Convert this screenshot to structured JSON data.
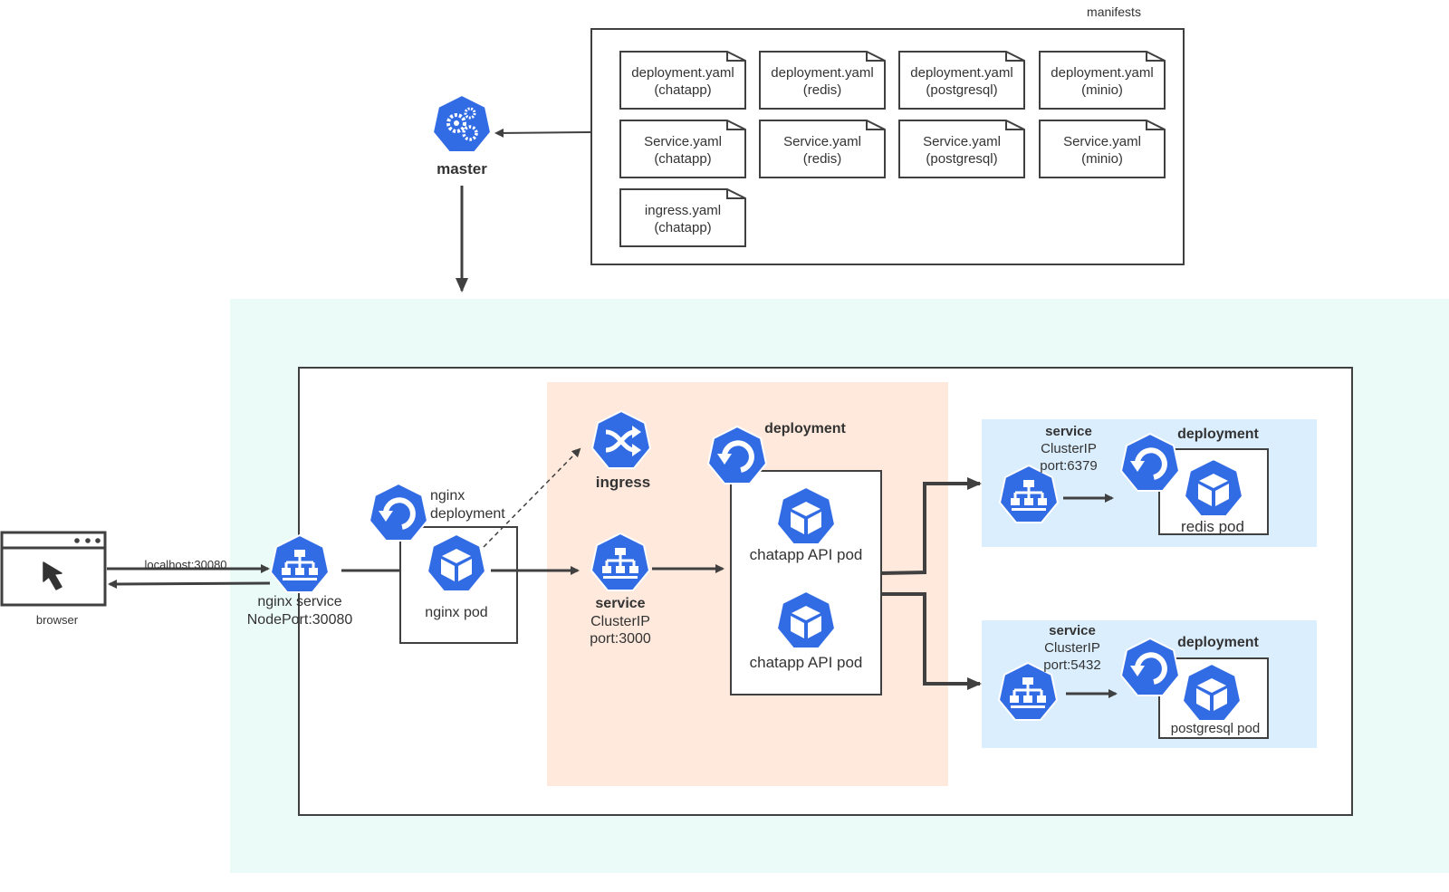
{
  "colors": {
    "k8s_blue": "#326ce5",
    "cluster_bg": "#ebfbf7",
    "ingress_zone_bg": "#fee9dc",
    "service_zone_bg": "#dbeefe",
    "line": "#404040"
  },
  "manifests": {
    "title": "manifests",
    "files": [
      {
        "name": "deployment.yaml",
        "app": "(chatapp)"
      },
      {
        "name": "deployment.yaml",
        "app": "(redis)"
      },
      {
        "name": "deployment.yaml",
        "app": "(postgresql)"
      },
      {
        "name": "deployment.yaml",
        "app": "(minio)"
      },
      {
        "name": "Service.yaml",
        "app": "(chatapp)"
      },
      {
        "name": "Service.yaml",
        "app": "(redis)"
      },
      {
        "name": "Service.yaml",
        "app": "(postgresql)"
      },
      {
        "name": "Service.yaml",
        "app": "(minio)"
      },
      {
        "name": "ingress.yaml",
        "app": "(chatapp)"
      }
    ]
  },
  "master": {
    "label": "master",
    "icon": "control-plane-gear-icon"
  },
  "browser": {
    "label": "browser",
    "link_label": "localhost:30080",
    "icon": "cursor-window-icon"
  },
  "nginx_service": {
    "line1": "nginx service",
    "line2": "NodePort:30080"
  },
  "nginx_deployment": {
    "line1": "nginx",
    "line2": "deployment",
    "pod_label": "nginx pod"
  },
  "ingress": {
    "label": "ingress"
  },
  "chatapp_service": {
    "title": "service",
    "type": "ClusterIP",
    "port": "port:3000"
  },
  "chatapp_deployment": {
    "title": "deployment",
    "pods": [
      "chatapp API pod",
      "chatapp API pod"
    ]
  },
  "redis": {
    "service_title": "service",
    "service_type": "ClusterIP",
    "service_port": "port:6379",
    "deployment_title": "deployment",
    "pod_label": "redis pod"
  },
  "postgresql": {
    "service_title": "service",
    "service_type": "ClusterIP",
    "service_port": "port:5432",
    "deployment_title": "deployment",
    "pod_label": "postgresql pod"
  }
}
